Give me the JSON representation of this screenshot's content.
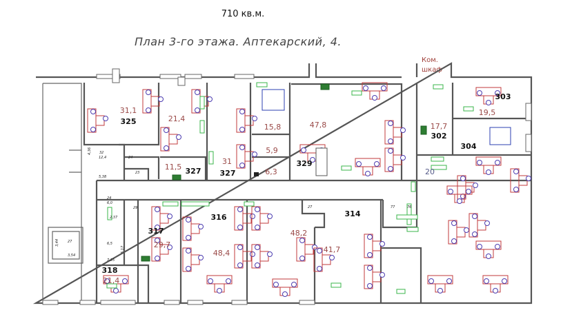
{
  "header": {
    "total_area": "710 кв.м.",
    "plan_title": "План 3-го этажа. Аптекарский, 4."
  },
  "annotations": {
    "comm_cabinet_line1": "Ком.",
    "comm_cabinet_line2": "шкаф"
  },
  "rooms": [
    {
      "number": "325",
      "area": "31,1"
    },
    {
      "number": "",
      "area": "21,4"
    },
    {
      "number": "327",
      "area": "31"
    },
    {
      "number": "327",
      "area": "11,5"
    },
    {
      "number": "",
      "area": "15,8"
    },
    {
      "number": "",
      "area": "5,9"
    },
    {
      "number": "",
      "area": "6,3"
    },
    {
      "number": "329",
      "area": "47,8"
    },
    {
      "number": "302",
      "area": "17,7"
    },
    {
      "number": "303",
      "area": "19,5"
    },
    {
      "number": "304",
      "area": ""
    },
    {
      "number": "",
      "area": "20"
    },
    {
      "number": "317",
      "area": "29,7"
    },
    {
      "number": "316",
      "area": "48,4"
    },
    {
      "number": "",
      "area": "48,2"
    },
    {
      "number": "314",
      "area": "41,7"
    },
    {
      "number": "318",
      "area": "21,4"
    }
  ],
  "small_labels": [
    "4,36",
    "32",
    "12,4",
    "5,38",
    "24",
    "23",
    "29",
    "24",
    "6,0",
    "2,37",
    "3,54",
    "3,44",
    "27",
    "6,5",
    "7,35",
    "5,17",
    "27",
    "77",
    "76"
  ],
  "colors": {
    "desk": "#c0393b",
    "chair": "#4b3cb0",
    "cabinet": "#39b54a",
    "area_text": "#9a4a48"
  }
}
